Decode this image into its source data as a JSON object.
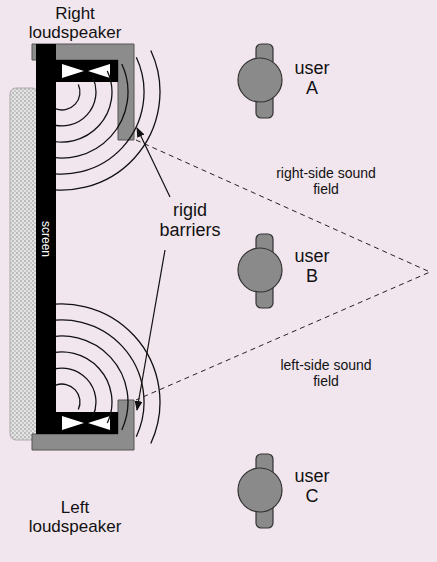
{
  "diagram": {
    "nodes": [
      {
        "text": [
          "screen"
        ]
      }
    ],
    "labels": [
      "Right loudspeaker",
      "rigid barriers",
      "right-side sound field",
      "user A",
      "user B",
      "left-side sound field",
      "user C",
      "Left loudspeaker"
    ]
  }
}
